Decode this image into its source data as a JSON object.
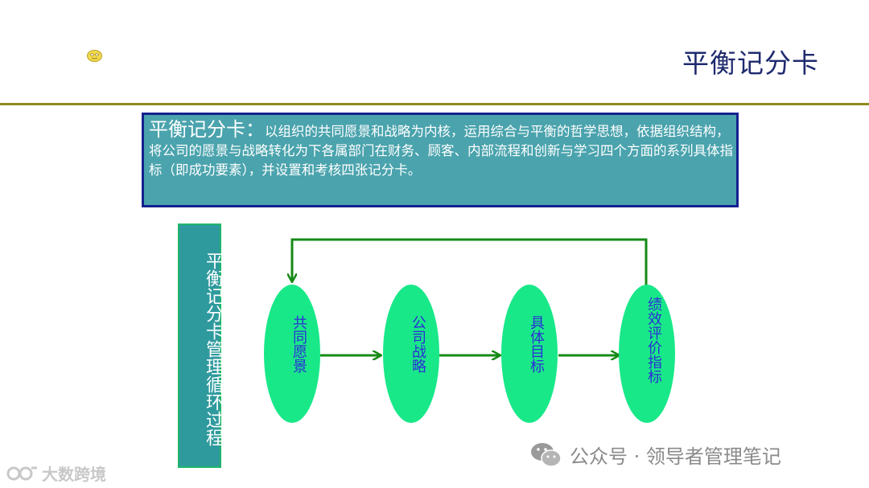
{
  "slide": {
    "title": "平衡记分卡",
    "definition_lead": "平衡记分卡：",
    "definition_body": "以组织的共同愿景和战略为内核，运用综合与平衡的哲学思想，依据组织结构，将公司的愿景与战略转化为下各属部门在财务、顾客、内部流程和创新与学习四个方面的系列具体指标（即成功要素），并设置和考核四张记分卡。"
  },
  "side_label": "平衡记分卡管理循环过程",
  "cycle_nodes": [
    {
      "label": "共同愿景"
    },
    {
      "label": "公司战略"
    },
    {
      "label": "具体目标"
    },
    {
      "label": "绩效评价指标"
    }
  ],
  "colors": {
    "title": "#1f2a6e",
    "divider": "#8f8a1e",
    "info_box_bg": "#4aa3ad",
    "info_box_border": "#14218f",
    "node_fill": "#19e889",
    "node_text": "#2b2fd6",
    "arrow": "#168a16",
    "side_box": "#2f9a9e"
  },
  "watermarks": {
    "right": "公众号 · 领导者管理笔记",
    "left": "大数跨境"
  },
  "icons": {
    "smiley": "smiley-face-icon",
    "wechat": "wechat-icon"
  }
}
